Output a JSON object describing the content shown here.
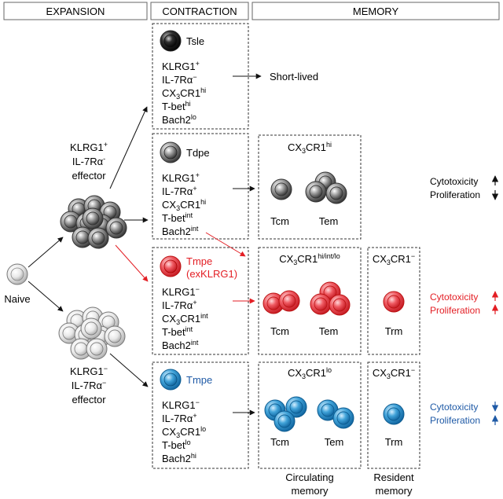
{
  "headers": {
    "expansion": "EXPANSION",
    "contraction": "CONTRACTION",
    "memory": "MEMORY"
  },
  "naive": {
    "label": "Naive"
  },
  "effector_pos": {
    "line1_base": "KLRG1",
    "line1_sup": "+",
    "line2_base": "IL-7Rα",
    "line2_sup": "-",
    "line3": "effector"
  },
  "effector_neg": {
    "line1_base": "KLRG1",
    "line1_sup": "−",
    "line2_base": "IL-7Rα",
    "line2_sup": "−",
    "line3": "effector"
  },
  "tsle": {
    "title": "Tsle",
    "m1_base": "KLRG1",
    "m1_sup": "+",
    "m2_base": "IL-7Rα",
    "m2_sup": "−",
    "m3_pre": "CX",
    "m3_sub": "3",
    "m3_base": "CR1",
    "m3_sup": "hi",
    "m4_base": "T-bet",
    "m4_sup": "hi",
    "m5_base": "Bach2",
    "m5_sup": "lo",
    "fate": "Short-lived"
  },
  "tdpe": {
    "title": "Tdpe",
    "m1_base": "KLRG1",
    "m1_sup": "+",
    "m2_base": "IL-7Rα",
    "m2_sup": "+",
    "m3_pre": "CX",
    "m3_sub": "3",
    "m3_base": "CR1",
    "m3_sup": "hi",
    "m4_base": "T-bet",
    "m4_sup": "int",
    "m5_base": "Bach2",
    "m5_sup": "int"
  },
  "tmpe_red": {
    "title1": "Tmpe",
    "title2": "(exKLRG1)",
    "m1_base": "KLRG1",
    "m1_sup": "−",
    "m2_base": "IL-7Rα",
    "m2_sup": "+",
    "m3_pre": "CX",
    "m3_sub": "3",
    "m3_base": "CR1",
    "m3_sup": "int",
    "m4_base": "T-bet",
    "m4_sup": "int",
    "m5_base": "Bach2",
    "m5_sup": "int"
  },
  "tmpe_blue": {
    "title": "Tmpe",
    "m1_base": "KLRG1",
    "m1_sup": "−",
    "m2_base": "IL-7Rα",
    "m2_sup": "+",
    "m3_pre": "CX",
    "m3_sub": "3",
    "m3_base": "CR1",
    "m3_sup": "lo",
    "m4_base": "T-bet",
    "m4_sup": "lo",
    "m5_base": "Bach2",
    "m5_sup": "hi"
  },
  "mem_gray": {
    "head_pre": "CX",
    "head_sub": "3",
    "head_base": "CR1",
    "head_sup": "hi",
    "tcm": "Tcm",
    "tem": "Tem"
  },
  "mem_red": {
    "head_pre": "CX",
    "head_sub": "3",
    "head_base": "CR1",
    "head_sup": "hi/int/lo",
    "tcm": "Tcm",
    "tem": "Tem"
  },
  "mem_red_res": {
    "head_pre": "CX",
    "head_sub": "3",
    "head_base": "CR1",
    "head_sup": "−",
    "trm": "Trm"
  },
  "mem_blue": {
    "head_pre": "CX",
    "head_sub": "3",
    "head_base": "CR1",
    "head_sup": "lo",
    "tcm": "Tcm",
    "tem": "Tem"
  },
  "mem_blue_res": {
    "head_pre": "CX",
    "head_sub": "3",
    "head_base": "CR1",
    "head_sup": "−",
    "trm": "Trm"
  },
  "function_gray": {
    "cytotoxicity": "Cytotoxicity",
    "proliferation": "Proliferation"
  },
  "function_red": {
    "cytotoxicity": "Cytotoxicity",
    "proliferation": "Proliferation"
  },
  "function_blue": {
    "cytotoxicity": "Cytotoxicity",
    "proliferation": "Proliferation"
  },
  "footer": {
    "circ1": "Circulating",
    "circ2": "memory",
    "res1": "Resident",
    "res2": "memory"
  },
  "colors": {
    "red": "#e31e24",
    "blue": "#1f5aa6",
    "gray_cell": "#555555",
    "red_cell": "#ef5a62",
    "blue_cell": "#41a3d9"
  }
}
